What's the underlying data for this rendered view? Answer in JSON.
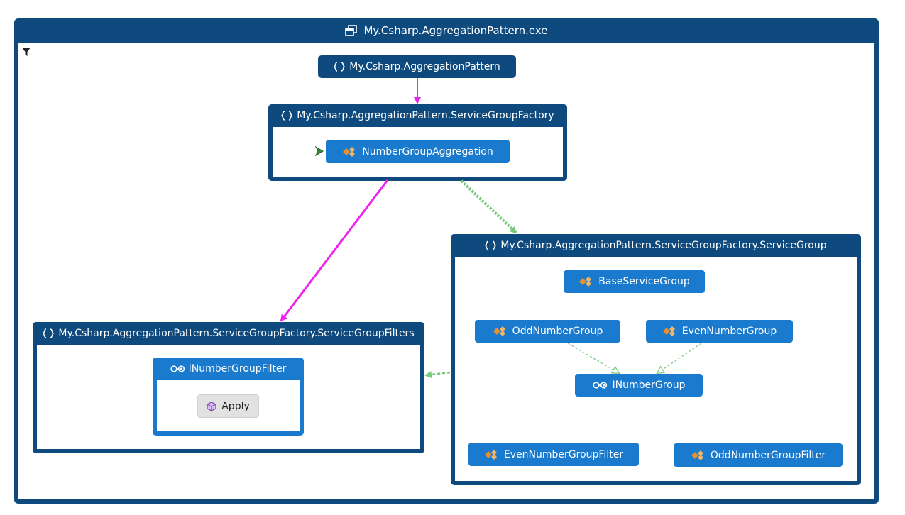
{
  "diagram": {
    "title": "My.Csharp.AggregationPattern.exe",
    "namespaces": {
      "root": "My.Csharp.AggregationPattern",
      "factory": "My.Csharp.AggregationPattern.ServiceGroupFactory",
      "service_group": "My.Csharp.AggregationPattern.ServiceGroupFactory.ServiceGroup",
      "filters": "My.Csharp.AggregationPattern.ServiceGroupFactory.ServiceGroupFilters"
    },
    "classes": {
      "number_group_aggregation": "NumberGroupAggregation",
      "base_service_group": "BaseServiceGroup",
      "odd_number_group": "OddNumberGroup",
      "even_number_group": "EvenNumberGroup",
      "even_number_group_filter": "EvenNumberGroupFilter",
      "odd_number_group_filter": "OddNumberGroupFilter"
    },
    "interfaces": {
      "inumber_group": "INumberGroup",
      "inumber_group_filter": "INumberGroupFilter"
    },
    "methods": {
      "apply": "Apply"
    },
    "colors": {
      "namespace": "#0e4a7e",
      "class": "#1a7acd",
      "reference_edge": "#ee22ee",
      "dependency_edge": "#77c97a"
    },
    "icons": {
      "assembly": "assembly-icon",
      "namespace": "namespace-braces-icon",
      "class": "class-icon",
      "interface": "interface-lollipop-icon",
      "method": "method-cube-icon",
      "filter": "filter-funnel-icon",
      "entry": "entry-point-chevron-icon"
    }
  }
}
